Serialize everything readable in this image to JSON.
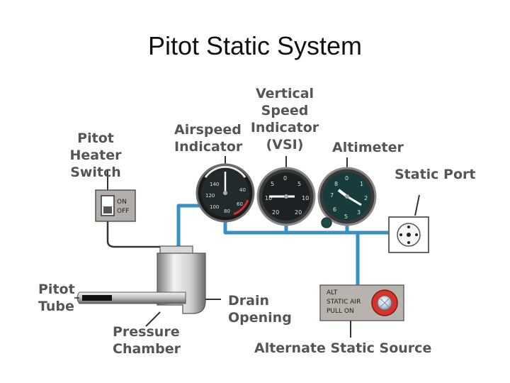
{
  "title": "Pitot Static System",
  "labels": {
    "pitot_heater_switch": [
      "Pitot",
      "Heater Switch"
    ],
    "airspeed_indicator": [
      "Airspeed",
      "Indicator"
    ],
    "vsi": [
      "Vertical",
      "Speed",
      "Indicator",
      "(VSI)"
    ],
    "altimeter": "Altimeter",
    "static_port": "Static Port",
    "pitot_tube": [
      "Pitot",
      "Tube"
    ],
    "drain_opening": [
      "Drain",
      "Opening"
    ],
    "pressure_chamber": [
      "Pressure",
      "Chamber"
    ],
    "alternate_static_source": "Alternate Static Source"
  },
  "switch": {
    "on": "ON",
    "off": "OFF"
  },
  "alternate_knob": {
    "line1": "ALT",
    "line2": "STATIC AIR",
    "line3": "PULL ON"
  },
  "colors": {
    "static_line": "#3a8fc7",
    "label_text": "#555555",
    "instrument_face": "#1a2326",
    "altimeter_face": "#183b3b",
    "knob_red": "#d8332b",
    "panel_gray": "#b9b3ad"
  },
  "icons": [
    "pitot-tube-icon",
    "airspeed-gauge-icon",
    "vsi-gauge-icon",
    "altimeter-gauge-icon",
    "static-port-icon",
    "toggle-switch-icon",
    "alternate-static-knob-icon"
  ]
}
